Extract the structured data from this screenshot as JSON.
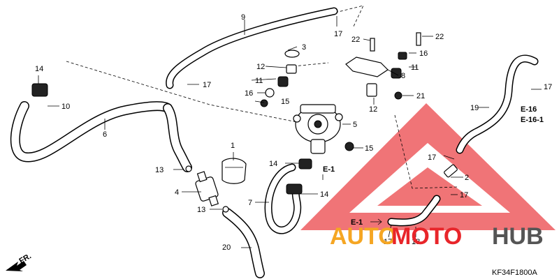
{
  "diagram": {
    "code": "KF34F1800A",
    "front_marker": "FR.",
    "callouts": {
      "c1": "1",
      "c2": "2",
      "c3": "3",
      "c4": "4",
      "c5": "5",
      "c6": "6",
      "c7": "7",
      "c8": "8",
      "c9": "9",
      "c10": "10",
      "c11a": "11",
      "c11b": "11",
      "c12a": "12",
      "c12b": "12",
      "c13a": "13",
      "c13b": "13",
      "c14a": "14",
      "c14b": "14",
      "c14c": "14",
      "c15a": "15",
      "c15b": "15",
      "c16a": "16",
      "c16b": "16",
      "c17a": "17",
      "c17b": "17",
      "c17c": "17",
      "c17d": "17",
      "c17e": "17",
      "c17f": "17",
      "c18": "18",
      "c19": "19",
      "c20": "20",
      "c21": "21",
      "c22a": "22",
      "c22b": "22"
    },
    "references": {
      "e1_upper": "E-1",
      "e1_lower": "E-1",
      "e16": "E-16",
      "e16_1": "E-16-1"
    }
  },
  "watermark": {
    "brand_part1": "AUTO",
    "brand_part2": "MOTO",
    "brand_part3": "HUB",
    "colors": {
      "triangle": "#e8252a",
      "auto": "#f5a623",
      "moto": "#e8252a",
      "hub": "#555555"
    }
  }
}
